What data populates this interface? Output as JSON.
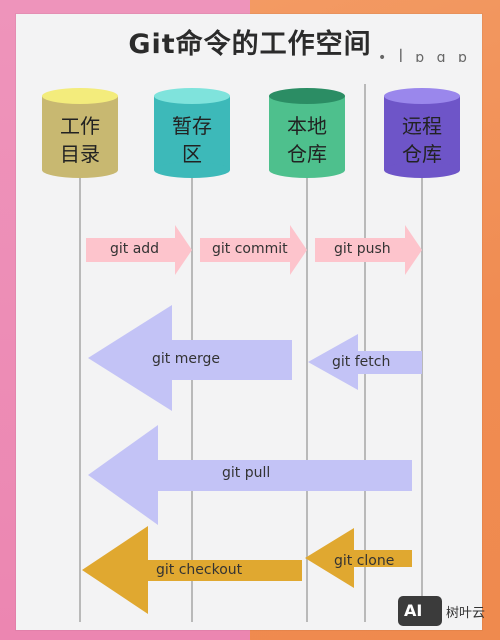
{
  "title": "Git命令的工作空间",
  "doodle": "• ꟾ ɒ ɑ ɒ",
  "areas": [
    {
      "line1": "工作",
      "line2": "目录",
      "color": "#c8b871"
    },
    {
      "line1": "暂存",
      "line2": "区",
      "color": "#3db9b9"
    },
    {
      "line1": "本地",
      "line2": "仓库",
      "color": "#4ec08d"
    },
    {
      "line1": "远程",
      "line2": "仓库",
      "color": "#6e55c8"
    }
  ],
  "commands": {
    "add": "git add",
    "commit": "git commit",
    "push": "git push",
    "merge": "git merge",
    "fetch": "git fetch",
    "pull": "git pull",
    "checkout": "git checkout",
    "clone": "git clone"
  },
  "colors": {
    "pink_arrow": "#fdc4cc",
    "purple_arrow": "#c3c3f6",
    "gold_arrow": "#e0a830"
  },
  "watermark": {
    "logo": "AI",
    "text": "树叶云"
  }
}
